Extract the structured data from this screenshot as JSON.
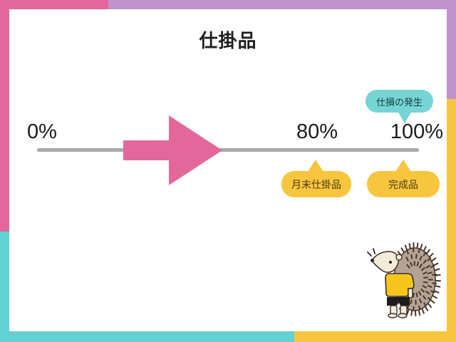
{
  "title": "仕掛品",
  "timeline": {
    "start_label": "0%",
    "mid_label": "80%",
    "end_label": "100%"
  },
  "callouts": {
    "spoilage": {
      "label": "仕損の発生"
    },
    "month_end_wip": {
      "label": "月末仕掛品"
    },
    "finished_goods": {
      "label": "完成品"
    }
  },
  "illustration": {
    "name": "hedgehog-character"
  },
  "colors": {
    "frame_pink": "#e3679b",
    "frame_purple": "#bf93cc",
    "frame_teal": "#63d0d2",
    "frame_yellow": "#f8c63e",
    "arrow_pink": "#e3679b",
    "line_gray": "#a8a8a8",
    "callout_teal": "#76d4d4",
    "callout_yellow": "#f8c63e"
  }
}
